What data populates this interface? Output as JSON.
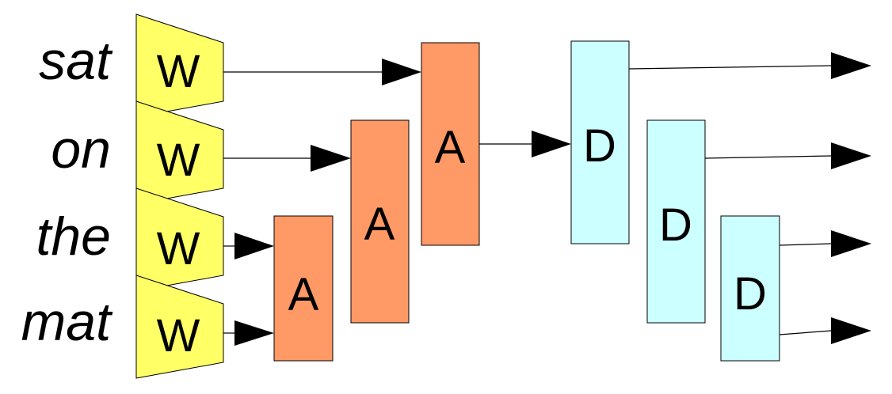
{
  "words": [
    "sat",
    "on",
    "the",
    "mat"
  ],
  "encoder_label": "W",
  "attention_label": "A",
  "decoder_label": "D",
  "colors": {
    "encoder_fill": "#ffff66",
    "attention_fill": "#ff9966",
    "decoder_fill": "#ccffff",
    "stroke": "#000000"
  }
}
